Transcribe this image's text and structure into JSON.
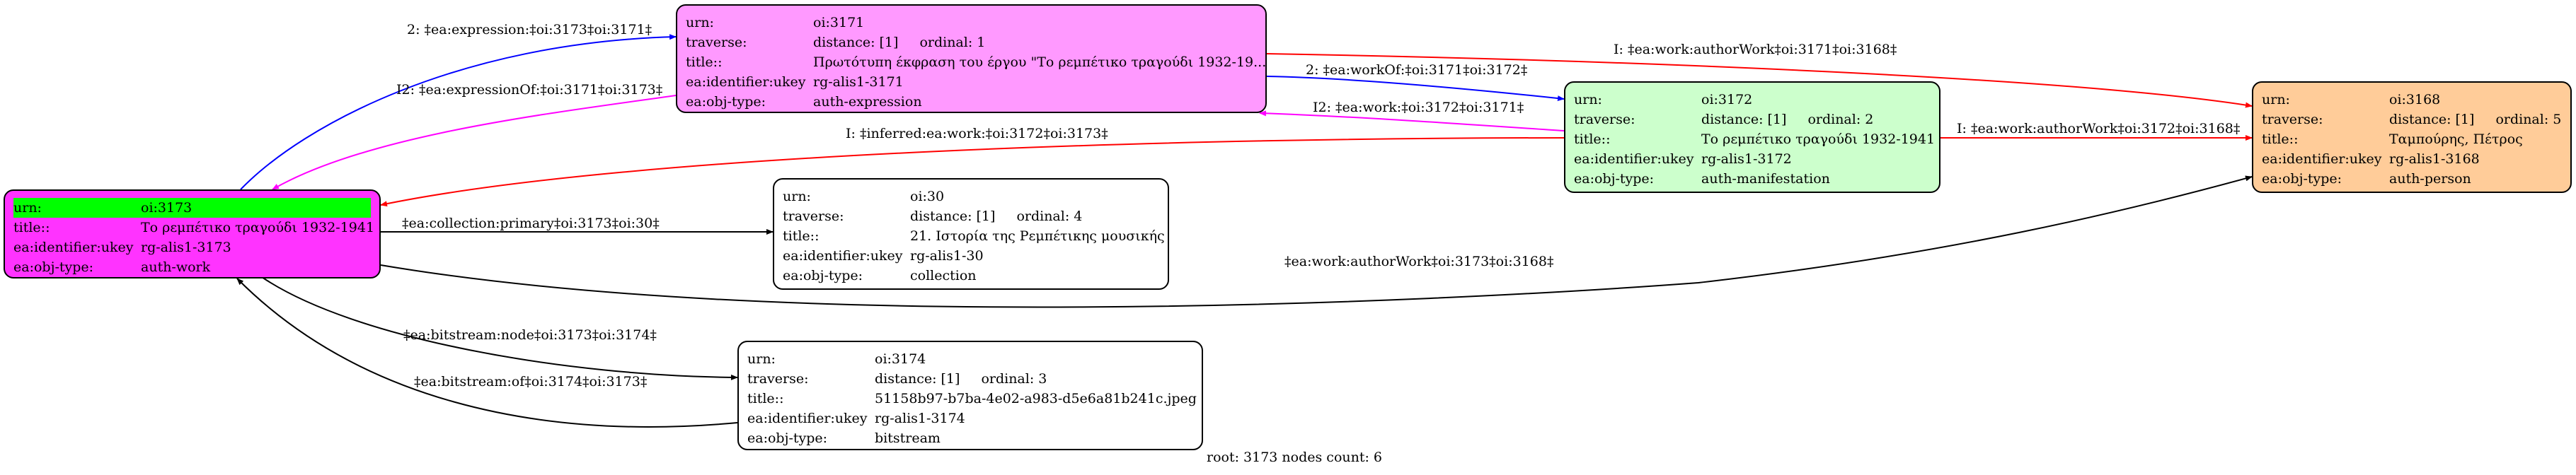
{
  "nodes": {
    "n3171": {
      "color": "#ff99ff",
      "rows": [
        {
          "key": "urn:",
          "value": "oi:3171"
        },
        {
          "key": "traverse:",
          "value": "distance: [1]",
          "value2": "ordinal: 1"
        },
        {
          "key": "title::",
          "value": "Πρωτότυπη έκφραση του έργου \"Το ρεμπέτικο τραγούδι 1932-19..."
        },
        {
          "key": "ea:identifier:ukey",
          "value": "rg-alis1-3171"
        },
        {
          "key": "ea:obj-type:",
          "value": "auth-expression"
        }
      ]
    },
    "n3172": {
      "color": "#ccffcc",
      "rows": [
        {
          "key": "urn:",
          "value": "oi:3172"
        },
        {
          "key": "traverse:",
          "value": "distance: [1]",
          "value2": "ordinal: 2"
        },
        {
          "key": "title::",
          "value": "Το ρεμπέτικο τραγούδι 1932-1941"
        },
        {
          "key": "ea:identifier:ukey",
          "value": "rg-alis1-3172"
        },
        {
          "key": "ea:obj-type:",
          "value": "auth-manifestation"
        }
      ]
    },
    "n3168": {
      "color": "#ffcc99",
      "rows": [
        {
          "key": "urn:",
          "value": "oi:3168"
        },
        {
          "key": "traverse:",
          "value": "distance: [1]",
          "value2": "ordinal: 5"
        },
        {
          "key": "title::",
          "value": "Ταμπούρης, Πέτρος"
        },
        {
          "key": "ea:identifier:ukey",
          "value": "rg-alis1-3168"
        },
        {
          "key": "ea:obj-type:",
          "value": "auth-person"
        }
      ]
    },
    "n3173": {
      "color": "#ff33ff",
      "highlight": "#00ff00",
      "rows": [
        {
          "key": "urn:",
          "value": "oi:3173"
        },
        {
          "key": "title::",
          "value": "Το ρεμπέτικο τραγούδι 1932-1941"
        },
        {
          "key": "ea:identifier:ukey",
          "value": "rg-alis1-3173"
        },
        {
          "key": "ea:obj-type:",
          "value": "auth-work"
        }
      ]
    },
    "n30": {
      "color": "#ffffff",
      "rows": [
        {
          "key": "urn:",
          "value": "oi:30"
        },
        {
          "key": "traverse:",
          "value": "distance: [1]",
          "value2": "ordinal: 4"
        },
        {
          "key": "title::",
          "value": "21. Ιστορία της Ρεμπέτικης μουσικής"
        },
        {
          "key": "ea:identifier:ukey",
          "value": "rg-alis1-30"
        },
        {
          "key": "ea:obj-type:",
          "value": "collection"
        }
      ]
    },
    "n3174": {
      "color": "#ffffff",
      "rows": [
        {
          "key": "urn:",
          "value": "oi:3174"
        },
        {
          "key": "traverse:",
          "value": "distance: [1]",
          "value2": "ordinal: 3"
        },
        {
          "key": "title::",
          "value": "51158b97-b7ba-4e02-a983-d5e6a81b241c.jpeg"
        },
        {
          "key": "ea:identifier:ukey",
          "value": "rg-alis1-3174"
        },
        {
          "key": "ea:obj-type:",
          "value": "bitstream"
        }
      ]
    }
  },
  "edges": [
    {
      "id": "e1",
      "label": "2: ‡ea:expression:‡oi:3173‡oi:3171‡",
      "color": "#0000ff"
    },
    {
      "id": "e2",
      "label": "I2: ‡ea:expressionOf:‡oi:3171‡oi:3173‡",
      "color": "#ff00ff"
    },
    {
      "id": "e3",
      "label": "I: ‡ea:work:authorWork‡oi:3171‡oi:3168‡",
      "color": "#ff0000"
    },
    {
      "id": "e4",
      "label": "2: ‡ea:workOf:‡oi:3171‡oi:3172‡",
      "color": "#0000ff"
    },
    {
      "id": "e5",
      "label": "I2: ‡ea:work:‡oi:3172‡oi:3171‡",
      "color": "#ff00ff"
    },
    {
      "id": "e6",
      "label": "I: ‡inferred:ea:work:‡oi:3172‡oi:3173‡",
      "color": "#ff0000"
    },
    {
      "id": "e7",
      "label": "I: ‡ea:work:authorWork‡oi:3172‡oi:3168‡",
      "color": "#ff0000"
    },
    {
      "id": "e8",
      "label": "‡ea:collection:primary‡oi:3173‡oi:30‡",
      "color": "#000000"
    },
    {
      "id": "e9",
      "label": "‡ea:work:authorWork‡oi:3173‡oi:3168‡",
      "color": "#000000"
    },
    {
      "id": "e10",
      "label": "‡ea:bitstream:node‡oi:3173‡oi:3174‡",
      "color": "#000000"
    },
    {
      "id": "e11",
      "label": "‡ea:bitstream:of‡oi:3174‡oi:3173‡",
      "color": "#000000"
    }
  ],
  "caption": "root: 3173 nodes count: 6"
}
